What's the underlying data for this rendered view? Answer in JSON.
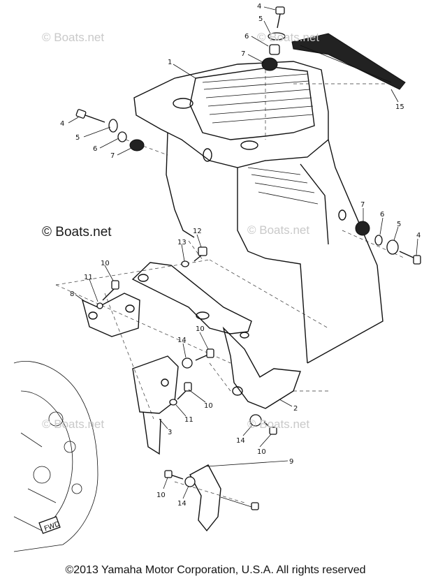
{
  "watermarks": {
    "top_left": "© Boats.net",
    "top_right": "© Boats.net",
    "mid_left": "© Boats.net",
    "mid_right": "© Boats.net",
    "low_left": "© Boats.net",
    "low_right": "© Boats.net"
  },
  "callouts": [
    {
      "id": "c-4a",
      "label": "4"
    },
    {
      "id": "c-5a",
      "label": "5"
    },
    {
      "id": "c-6a",
      "label": "6"
    },
    {
      "id": "c-7a",
      "label": "7"
    },
    {
      "id": "c-15",
      "label": "15"
    },
    {
      "id": "c-1",
      "label": "1"
    },
    {
      "id": "c-4b",
      "label": "4"
    },
    {
      "id": "c-5b",
      "label": "5"
    },
    {
      "id": "c-6b",
      "label": "6"
    },
    {
      "id": "c-7b",
      "label": "7"
    },
    {
      "id": "c-7c",
      "label": "7"
    },
    {
      "id": "c-6c",
      "label": "6"
    },
    {
      "id": "c-5c",
      "label": "5"
    },
    {
      "id": "c-4c",
      "label": "4"
    },
    {
      "id": "c-12",
      "label": "12"
    },
    {
      "id": "c-13",
      "label": "13"
    },
    {
      "id": "c-10a",
      "label": "10"
    },
    {
      "id": "c-11a",
      "label": "11"
    },
    {
      "id": "c-8",
      "label": "8"
    },
    {
      "id": "c-14a",
      "label": "14"
    },
    {
      "id": "c-10b",
      "label": "10"
    },
    {
      "id": "c-10c",
      "label": "10"
    },
    {
      "id": "c-11b",
      "label": "11"
    },
    {
      "id": "c-3",
      "label": "3"
    },
    {
      "id": "c-2",
      "label": "2"
    },
    {
      "id": "c-14b",
      "label": "14"
    },
    {
      "id": "c-10d",
      "label": "10"
    },
    {
      "id": "c-9",
      "label": "9"
    },
    {
      "id": "c-10e",
      "label": "10"
    },
    {
      "id": "c-14c",
      "label": "14"
    }
  ],
  "fwd_label": "FWD",
  "copyright": "©2013 Yamaha Motor Corporation, U.S.A. All rights reserved"
}
